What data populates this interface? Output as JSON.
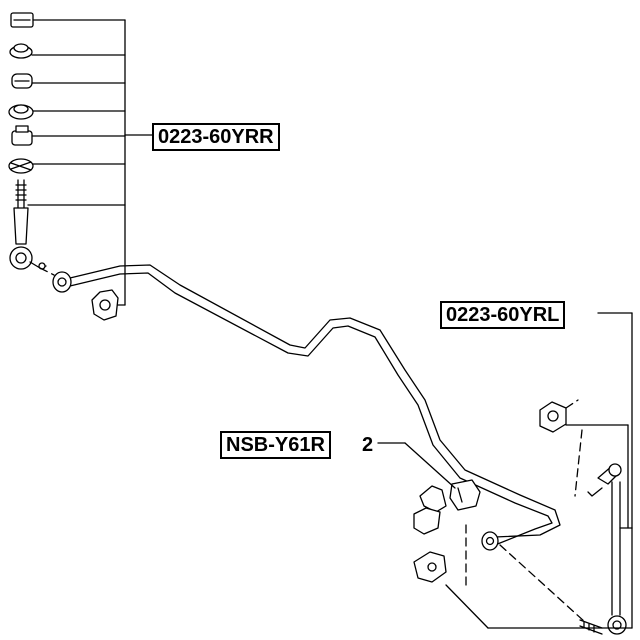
{
  "parts": {
    "rear_right_link": {
      "part_number": "0223-60YRR"
    },
    "rear_left_link": {
      "part_number": "0223-60YRL"
    },
    "stabilizer_bushing": {
      "part_number": "NSB-Y61R",
      "quantity": "2"
    }
  },
  "icons": [
    "nut-icon",
    "washer-icon",
    "bushing-icon",
    "stud-icon",
    "link-rod-icon",
    "bracket-icon",
    "stabilizer-bar-icon"
  ]
}
